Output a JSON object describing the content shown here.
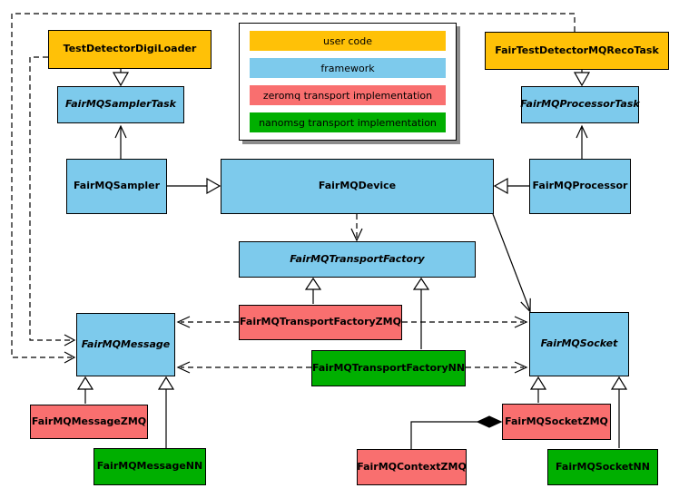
{
  "diagram": {
    "type": "uml-class-diagram",
    "nodes": {
      "digiLoader": {
        "label": "TestDetectorDigiLoader",
        "category": "user code",
        "abstract": false
      },
      "recoTask": {
        "label": "FairTestDetectorMQRecoTask",
        "category": "user code",
        "abstract": false
      },
      "samplerTask": {
        "label": "FairMQSamplerTask",
        "category": "framework",
        "abstract": true
      },
      "processorTask": {
        "label": "FairMQProcessorTask",
        "category": "framework",
        "abstract": true
      },
      "sampler": {
        "label": "FairMQSampler",
        "category": "framework",
        "abstract": false
      },
      "device": {
        "label": "FairMQDevice",
        "category": "framework",
        "abstract": false
      },
      "processor": {
        "label": "FairMQProcessor",
        "category": "framework",
        "abstract": false
      },
      "transportFactory": {
        "label": "FairMQTransportFactory",
        "category": "framework",
        "abstract": true
      },
      "transportFactoryZMQ": {
        "label": "FairMQTransportFactoryZMQ",
        "category": "zeromq transport implementation",
        "abstract": false
      },
      "transportFactoryNN": {
        "label": "FairMQTransportFactoryNN",
        "category": "nanomsg transport implementation",
        "abstract": false
      },
      "message": {
        "label": "FairMQMessage",
        "category": "framework",
        "abstract": true
      },
      "socket": {
        "label": "FairMQSocket",
        "category": "framework",
        "abstract": true
      },
      "messageZMQ": {
        "label": "FairMQMessageZMQ",
        "category": "zeromq transport implementation",
        "abstract": false
      },
      "messageNN": {
        "label": "FairMQMessageNN",
        "category": "nanomsg transport implementation",
        "abstract": false
      },
      "socketZMQ": {
        "label": "FairMQSocketZMQ",
        "category": "zeromq transport implementation",
        "abstract": false
      },
      "socketNN": {
        "label": "FairMQSocketNN",
        "category": "nanomsg transport implementation",
        "abstract": false
      },
      "contextZMQ": {
        "label": "FairMQContextZMQ",
        "category": "zeromq transport implementation",
        "abstract": false
      }
    },
    "edges": [
      {
        "from": "TestDetectorDigiLoader",
        "to": "FairMQSamplerTask",
        "type": "inheritance"
      },
      {
        "from": "FairTestDetectorMQRecoTask",
        "to": "FairMQProcessorTask",
        "type": "inheritance"
      },
      {
        "from": "FairMQSampler",
        "to": "FairMQDevice",
        "type": "inheritance"
      },
      {
        "from": "FairMQProcessor",
        "to": "FairMQDevice",
        "type": "inheritance"
      },
      {
        "from": "FairMQSampler",
        "to": "FairMQSamplerTask",
        "type": "association"
      },
      {
        "from": "FairMQProcessor",
        "to": "FairMQProcessorTask",
        "type": "association"
      },
      {
        "from": "FairMQDevice",
        "to": "FairMQTransportFactory",
        "type": "dependency"
      },
      {
        "from": "FairMQDevice",
        "to": "FairMQSocket",
        "type": "association"
      },
      {
        "from": "FairMQTransportFactoryZMQ",
        "to": "FairMQTransportFactory",
        "type": "inheritance"
      },
      {
        "from": "FairMQTransportFactoryNN",
        "to": "FairMQTransportFactory",
        "type": "inheritance"
      },
      {
        "from": "FairMQTransportFactoryZMQ",
        "to": "FairMQMessage",
        "type": "dependency"
      },
      {
        "from": "FairMQTransportFactoryZMQ",
        "to": "FairMQSocket",
        "type": "dependency"
      },
      {
        "from": "FairMQTransportFactoryNN",
        "to": "FairMQMessage",
        "type": "dependency"
      },
      {
        "from": "FairMQTransportFactoryNN",
        "to": "FairMQSocket",
        "type": "dependency"
      },
      {
        "from": "TestDetectorDigiLoader",
        "to": "FairMQMessage",
        "type": "dependency"
      },
      {
        "from": "FairTestDetectorMQRecoTask",
        "to": "FairMQMessage",
        "type": "dependency"
      },
      {
        "from": "FairMQMessageZMQ",
        "to": "FairMQMessage",
        "type": "inheritance"
      },
      {
        "from": "FairMQMessageNN",
        "to": "FairMQMessage",
        "type": "inheritance"
      },
      {
        "from": "FairMQSocketZMQ",
        "to": "FairMQSocket",
        "type": "inheritance"
      },
      {
        "from": "FairMQSocketNN",
        "to": "FairMQSocket",
        "type": "inheritance"
      },
      {
        "from": "FairMQContextZMQ",
        "to": "FairMQSocketZMQ",
        "type": "composition"
      }
    ],
    "legend": {
      "items": [
        {
          "label": "user code",
          "color": "#FFC107"
        },
        {
          "label": "framework",
          "color": "#7DCAEC"
        },
        {
          "label": "zeromq transport implementation",
          "color": "#F96F6F"
        },
        {
          "label": "nanomsg transport implementation",
          "color": "#00AF00"
        }
      ]
    }
  },
  "colors": {
    "user_code": "#FFC107",
    "framework": "#7DCAEC",
    "zeromq": "#F96F6F",
    "nanomsg": "#00AF00",
    "background": "#FFFFFF",
    "line": "#000000"
  }
}
